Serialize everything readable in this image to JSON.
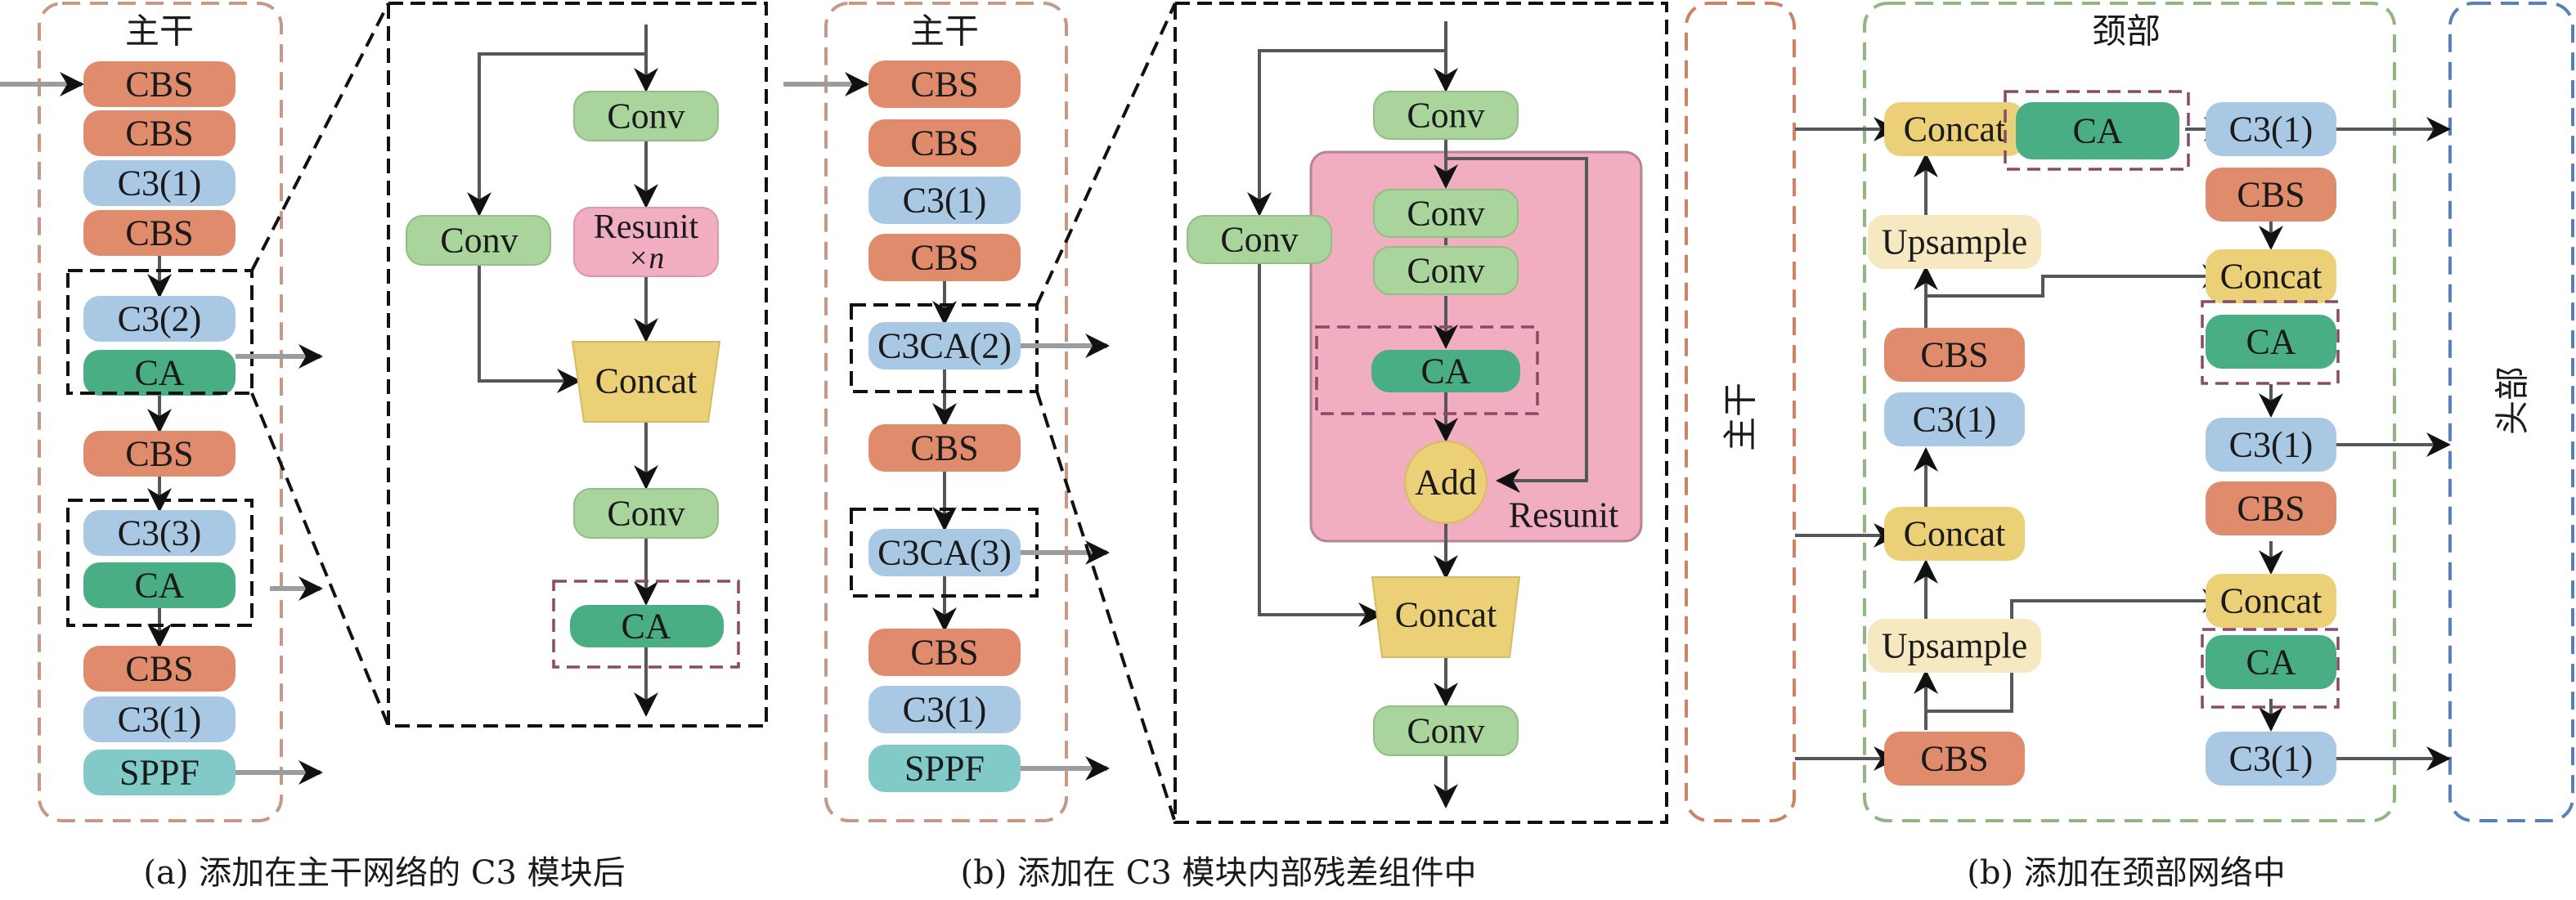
{
  "colors": {
    "CBS": "#e08c6c",
    "C3": "#a9c8e3",
    "CA": "#4aae84",
    "SPPF": "#82cac8",
    "Conv": "#a9d59c",
    "Resunit": "#f0aec0",
    "Concat": "#ecd078",
    "Upsample": "#f6e9c2",
    "Add": "#ecd078",
    "backbone_border": "#c49a86",
    "backbone_border_neck": "#cf8163",
    "neck_border": "#93b483",
    "head_border": "#5b7fb8",
    "ca_highlight_border": "#8a4a66",
    "edge": "#55575c",
    "text": "#1a1a1a"
  },
  "panel_a": {
    "backbone_title": "主干",
    "blocks": [
      {
        "label": "CBS",
        "type": "CBS"
      },
      {
        "label": "CBS",
        "type": "CBS"
      },
      {
        "label": "C3(1)",
        "type": "C3"
      },
      {
        "label": "CBS",
        "type": "CBS"
      },
      {
        "label": "C3(2)",
        "type": "C3"
      },
      {
        "label": "CA",
        "type": "CA"
      },
      {
        "label": "CBS",
        "type": "CBS"
      },
      {
        "label": "C3(3)",
        "type": "C3"
      },
      {
        "label": "CA",
        "type": "CA"
      },
      {
        "label": "CBS",
        "type": "CBS"
      },
      {
        "label": "C3(1)",
        "type": "C3"
      },
      {
        "label": "SPPF",
        "type": "SPPF"
      }
    ],
    "detail": {
      "conv_top": "Conv",
      "conv_side": "Conv",
      "resunit": "Resunit",
      "resunit_repeat": "×n",
      "concat": "Concat",
      "conv_bottom": "Conv",
      "ca": "CA"
    },
    "caption": "(a) 添加在主干网络的 C3 模块后"
  },
  "panel_b": {
    "backbone_title": "主干",
    "blocks": [
      {
        "label": "CBS",
        "type": "CBS"
      },
      {
        "label": "CBS",
        "type": "CBS"
      },
      {
        "label": "C3(1)",
        "type": "C3"
      },
      {
        "label": "CBS",
        "type": "CBS"
      },
      {
        "label": "C3CA(2)",
        "type": "C3"
      },
      {
        "label": "CBS",
        "type": "CBS"
      },
      {
        "label": "C3CA(3)",
        "type": "C3"
      },
      {
        "label": "CBS",
        "type": "CBS"
      },
      {
        "label": "C3(1)",
        "type": "C3"
      },
      {
        "label": "SPPF",
        "type": "SPPF"
      }
    ],
    "detail": {
      "conv_top": "Conv",
      "conv_side": "Conv",
      "res_conv1": "Conv",
      "res_conv2": "Conv",
      "ca": "CA",
      "add": "Add",
      "resunit_label": "Resunit",
      "concat": "Concat",
      "conv_bottom": "Conv"
    },
    "caption": "(b) 添加在 C3 模块内部残差组件中"
  },
  "panel_c": {
    "backbone_label": "主干",
    "neck_title": "颈部",
    "head_label": "头部",
    "left_column": [
      {
        "label": "Concat",
        "type": "Concat"
      },
      {
        "label": "Upsample",
        "type": "Upsample"
      },
      {
        "label": "CBS",
        "type": "CBS"
      },
      {
        "label": "C3(1)",
        "type": "C3"
      },
      {
        "label": "Concat",
        "type": "Concat"
      },
      {
        "label": "Upsample",
        "type": "Upsample"
      },
      {
        "label": "CBS",
        "type": "CBS"
      }
    ],
    "top_ca": {
      "label": "CA",
      "type": "CA"
    },
    "right_column": [
      {
        "label": "C3(1)",
        "type": "C3"
      },
      {
        "label": "CBS",
        "type": "CBS"
      },
      {
        "label": "Concat",
        "type": "Concat"
      },
      {
        "label": "CA",
        "type": "CA"
      },
      {
        "label": "C3(1)",
        "type": "C3"
      },
      {
        "label": "CBS",
        "type": "CBS"
      },
      {
        "label": "Concat",
        "type": "Concat"
      },
      {
        "label": "CA",
        "type": "CA"
      },
      {
        "label": "C3(1)",
        "type": "C3"
      }
    ],
    "caption": "(b) 添加在颈部网络中"
  }
}
